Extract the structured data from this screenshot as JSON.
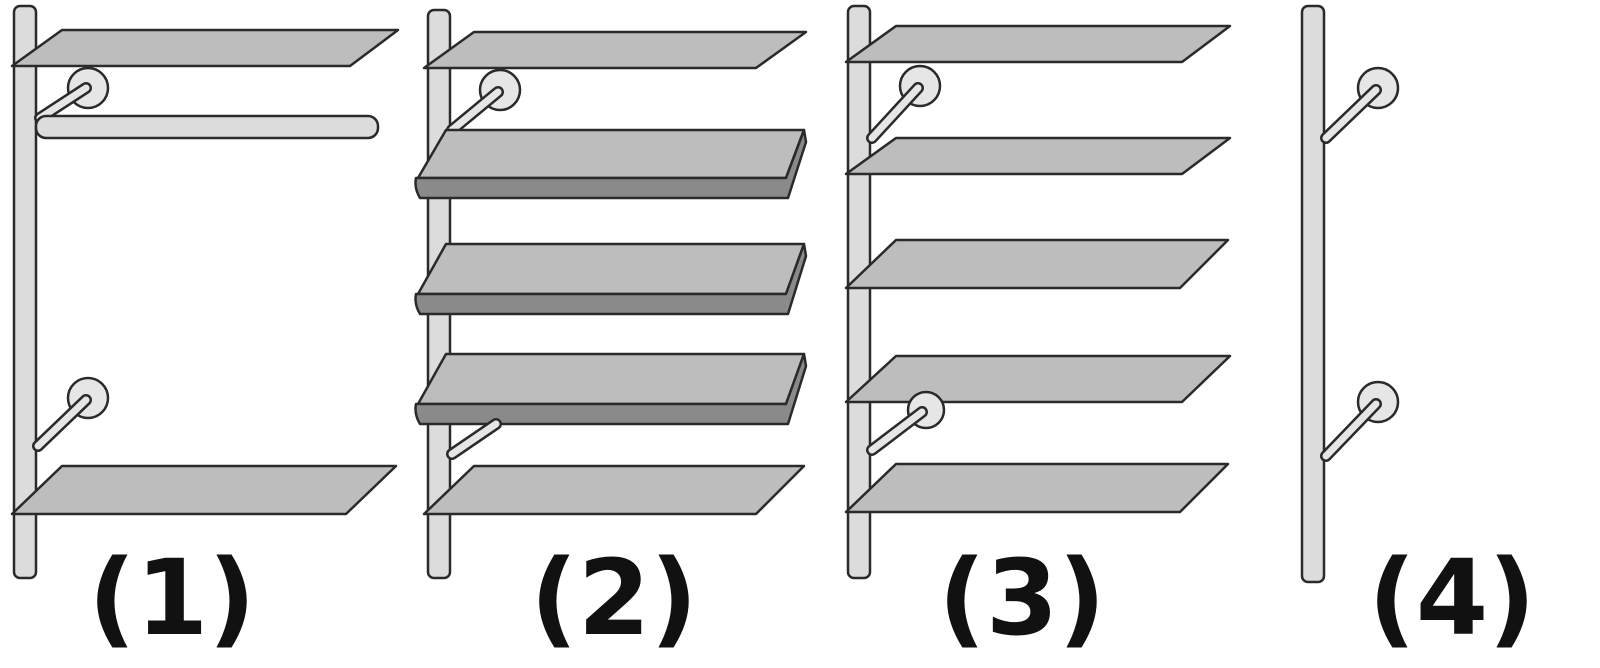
{
  "labels": [
    "(1)",
    "(2)",
    "(3)",
    "(4)"
  ],
  "colors": {
    "outline": "#2a2a2a",
    "post": "#dcdcdc",
    "shelf_flat": "#bdbdbd",
    "shelf_front": "#8a8a8a",
    "bracket": "#e6e6e6",
    "background": "#ffffff"
  },
  "units": [
    {
      "label_index": 0,
      "components": [
        "post",
        "flat-shelf",
        "hanging-rail",
        "bracket",
        "bracket",
        "flat-shelf"
      ]
    },
    {
      "label_index": 1,
      "components": [
        "post",
        "flat-shelf",
        "bracket",
        "thick-shelf",
        "thick-shelf",
        "thick-shelf",
        "flat-shelf"
      ]
    },
    {
      "label_index": 2,
      "components": [
        "post",
        "flat-shelf",
        "bracket",
        "flat-shelf",
        "flat-shelf",
        "flat-shelf",
        "bracket",
        "flat-shelf"
      ]
    },
    {
      "label_index": 3,
      "components": [
        "post",
        "bracket",
        "bracket"
      ]
    }
  ]
}
